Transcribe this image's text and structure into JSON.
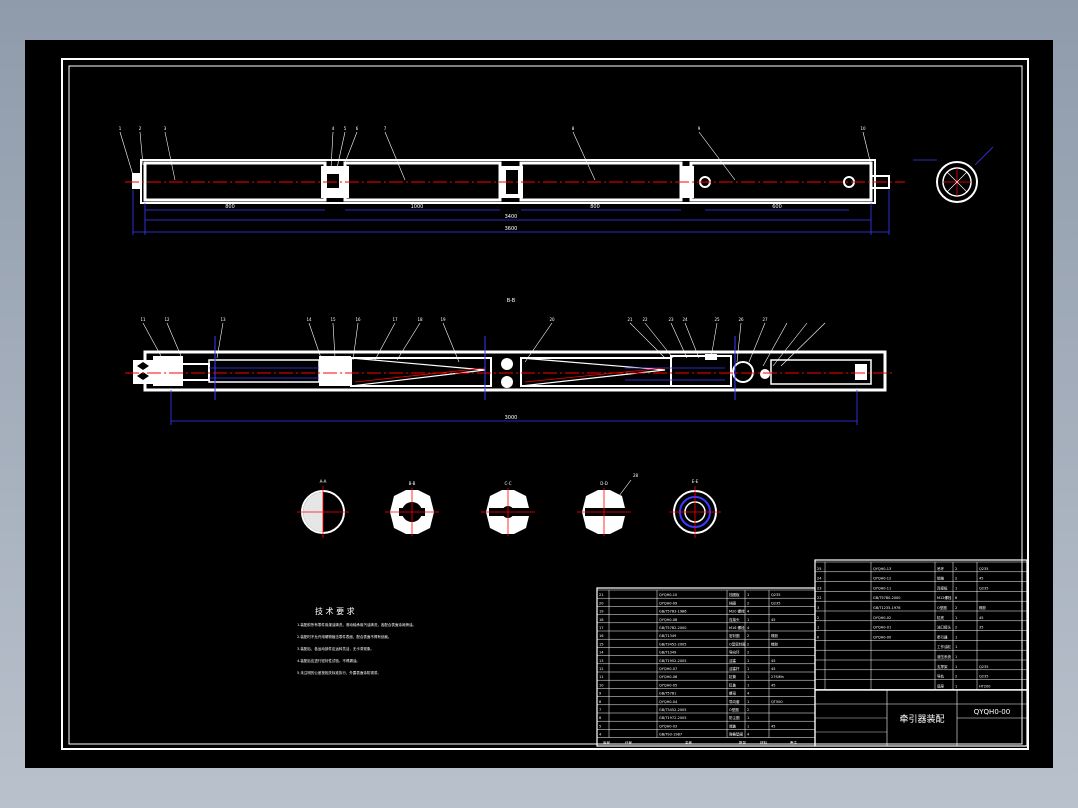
{
  "colors": {
    "background": "#000000",
    "frame": "#ffffff",
    "centerline": "#ff0000",
    "dimension": "#3a3aff",
    "leader": "#ffffff"
  },
  "technical_requirements": {
    "title": "技 术 要 求",
    "items": [
      "1.装配前所有零件用煤油清洗，滚动轴承用汽油清洗，各配合表面涂润滑油。",
      "2.装配时不允许用硬物敲击零件表面，配合表面不得有划痕。",
      "3.装配后，各运动部件应运转灵活，无卡滞现象。",
      "4.装配后应进行密封性试验，不得漏油。",
      "5.未注明的公差按相关标准执行，外露表面涂防锈漆。"
    ]
  },
  "title_block": {
    "drawing_name": "牵引器装配",
    "drawing_number": "QYQH0-00",
    "header_labels": [
      "序号",
      "代号",
      "名称",
      "数量",
      "材料",
      "备注"
    ]
  },
  "bom_left": [
    {
      "no": "21",
      "code": "QYQH0-10",
      "name": "挡圈板",
      "qty": "1",
      "mat": "Q235"
    },
    {
      "no": "20",
      "code": "QYQH0-09",
      "name": "挡圈",
      "qty": "2",
      "mat": "Q235"
    },
    {
      "no": "19",
      "code": "GB/T5783-1986",
      "name": "M20 螺栓",
      "qty": "4",
      "mat": ""
    },
    {
      "no": "18",
      "code": "QYQH0-08",
      "name": "连接头",
      "qty": "1",
      "mat": "45"
    },
    {
      "no": "17",
      "code": "GB/T5782-2000",
      "name": "M16 螺栓",
      "qty": "4",
      "mat": ""
    },
    {
      "no": "16",
      "code": "GB/T1349",
      "name": "密封圈",
      "qty": "2",
      "mat": "橡胶"
    },
    {
      "no": "15",
      "code": "GB/T3452-2005",
      "name": "O型密封圈",
      "qty": "2",
      "mat": "橡胶"
    },
    {
      "no": "14",
      "code": "GB/T1349",
      "name": "导向环",
      "qty": "2",
      "mat": ""
    },
    {
      "no": "13",
      "code": "GB/T1952-2005",
      "name": "活塞",
      "qty": "1",
      "mat": "45"
    },
    {
      "no": "12",
      "code": "QYQH0-07",
      "name": "活塞杆",
      "qty": "1",
      "mat": "45"
    },
    {
      "no": "11",
      "code": "QYQH0-06",
      "name": "缸筒",
      "qty": "1",
      "mat": "27SiMn"
    },
    {
      "no": "10",
      "code": "QYQH0-05",
      "name": "缸盖",
      "qty": "1",
      "mat": "45"
    },
    {
      "no": "9",
      "code": "GB/T5781",
      "name": "螺母",
      "qty": "4",
      "mat": ""
    },
    {
      "no": "8",
      "code": "QYQH0-04",
      "name": "导向套",
      "qty": "1",
      "mat": "QT500"
    },
    {
      "no": "7",
      "code": "GB/T3452-2005",
      "name": "O型圈",
      "qty": "2",
      "mat": ""
    },
    {
      "no": "6",
      "code": "GB/T1972-2005",
      "name": "防尘圈",
      "qty": "1",
      "mat": ""
    },
    {
      "no": "5",
      "code": "QYQH0-03",
      "name": "端盖",
      "qty": "1",
      "mat": "45"
    },
    {
      "no": "4",
      "code": "GB/T93-1987",
      "name": "弹簧垫圈",
      "qty": "4",
      "mat": ""
    }
  ],
  "bom_right": [
    {
      "no": "25",
      "code": "QYQH0-13",
      "name": "吊环",
      "qty": "2",
      "mat": "Q235"
    },
    {
      "no": "24",
      "code": "QYQH0-12",
      "name": "销轴",
      "qty": "2",
      "mat": "45"
    },
    {
      "no": "23",
      "code": "QYQH0-11",
      "name": "连接板",
      "qty": "1",
      "mat": "Q235"
    },
    {
      "no": "22",
      "code": "GB/T5780-2000",
      "name": "M12螺栓",
      "qty": "6",
      "mat": ""
    },
    {
      "no": "3",
      "code": "GB/T1235-1976",
      "name": "O型圈",
      "qty": "2",
      "mat": "橡胶"
    },
    {
      "no": "2",
      "code": "QYQH0-02",
      "name": "缸底",
      "qty": "1",
      "mat": "45"
    },
    {
      "no": "1",
      "code": "QYQH0-01",
      "name": "油口接头",
      "qty": "2",
      "mat": "35"
    },
    {
      "no": "0",
      "code": "QYQH0-00",
      "name": "牵引器",
      "qty": "1",
      "mat": ""
    },
    {
      "no": "",
      "code": "",
      "name": "工作油缸",
      "qty": "1",
      "mat": ""
    },
    {
      "no": "",
      "code": "",
      "name": "液压系统",
      "qty": "1",
      "mat": ""
    },
    {
      "no": "",
      "code": "",
      "name": "支撑架",
      "qty": "1",
      "mat": "Q235"
    },
    {
      "no": "",
      "code": "",
      "name": "导轨",
      "qty": "2",
      "mat": "Q235"
    },
    {
      "no": "",
      "code": "",
      "name": "底座",
      "qty": "1",
      "mat": "HT200"
    }
  ],
  "top_view": {
    "dims": [
      "800",
      "1000",
      "800",
      "600"
    ],
    "total_dim": "3400",
    "overall_dim": "3600",
    "balloons": [
      "1",
      "2",
      "3",
      "4",
      "5",
      "6",
      "7",
      "8",
      "9",
      "10"
    ]
  },
  "section_view": {
    "label": "B-B",
    "dim": "3000",
    "balloons": [
      "11",
      "12",
      "13",
      "14",
      "15",
      "16",
      "17",
      "18",
      "19",
      "20",
      "21",
      "22",
      "23",
      "24",
      "25",
      "26",
      "27"
    ]
  },
  "cross_sections": {
    "labels": [
      "A-A",
      "B-B",
      "C-C",
      "D-D",
      "E-E"
    ],
    "balloon": "28"
  }
}
